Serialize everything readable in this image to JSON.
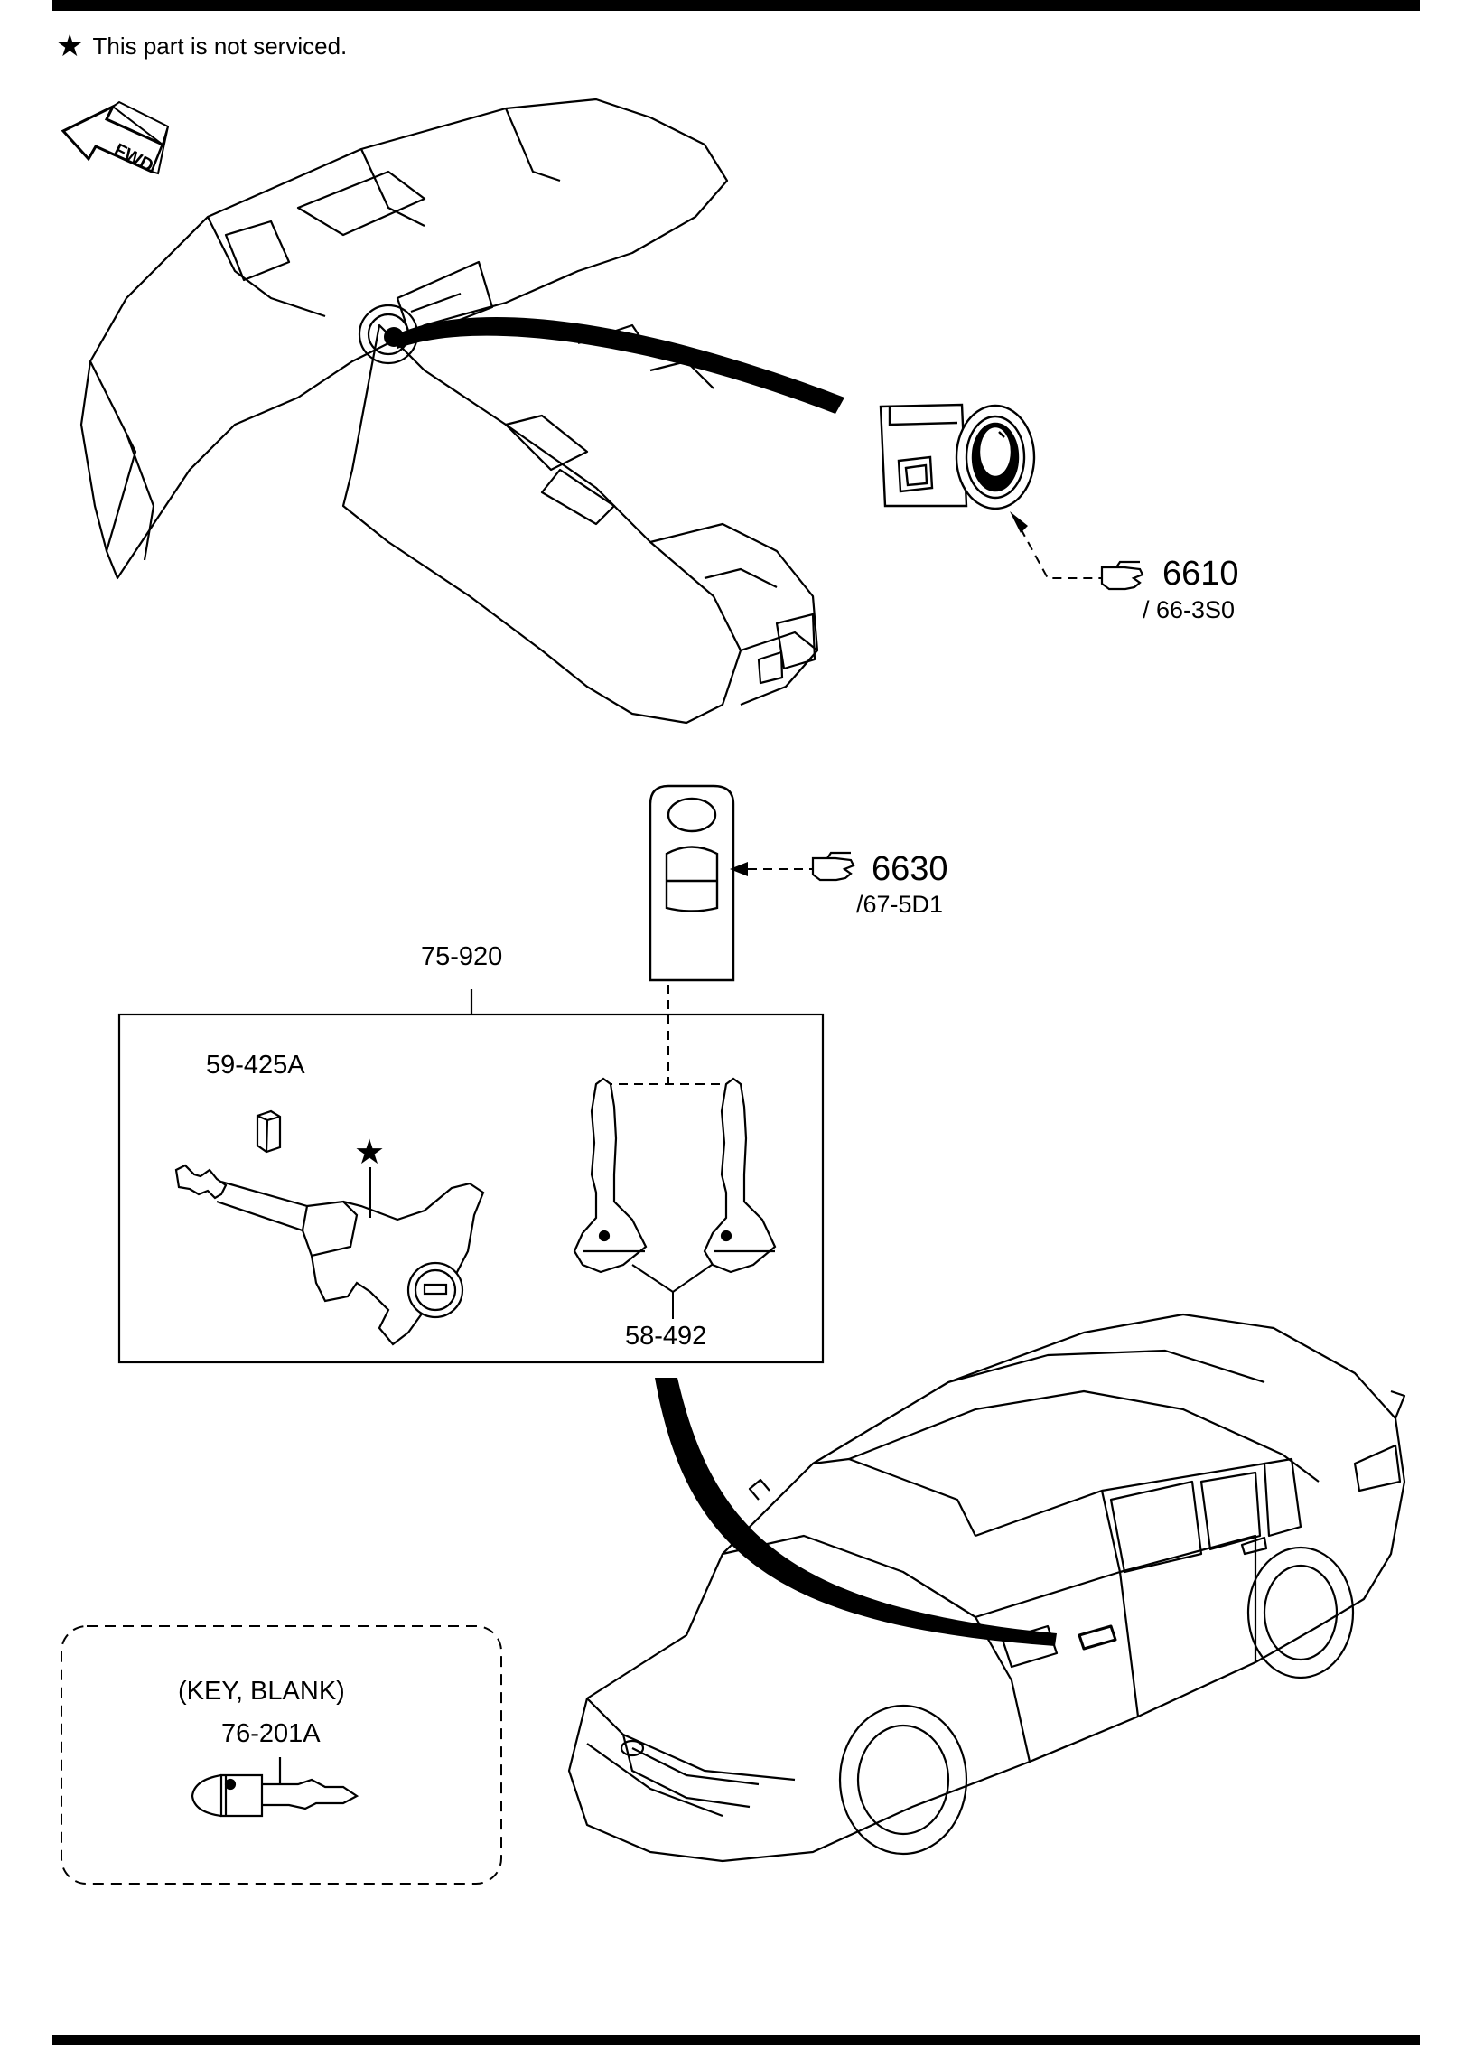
{
  "note": {
    "symbol": "★",
    "text": "This part is not serviced."
  },
  "fwd_label": "FWD",
  "callouts": [
    {
      "code": "6610",
      "sub": "/ 66-3S0"
    },
    {
      "code": "6630",
      "sub": "/67-5D1"
    }
  ],
  "parts": {
    "kit": "75-920",
    "retainer": "59-425A",
    "aux_keys": "58-492",
    "blank_key": "76-201A",
    "blank_key_caption": "(KEY, BLANK)",
    "not_serviced_marker": "★"
  }
}
